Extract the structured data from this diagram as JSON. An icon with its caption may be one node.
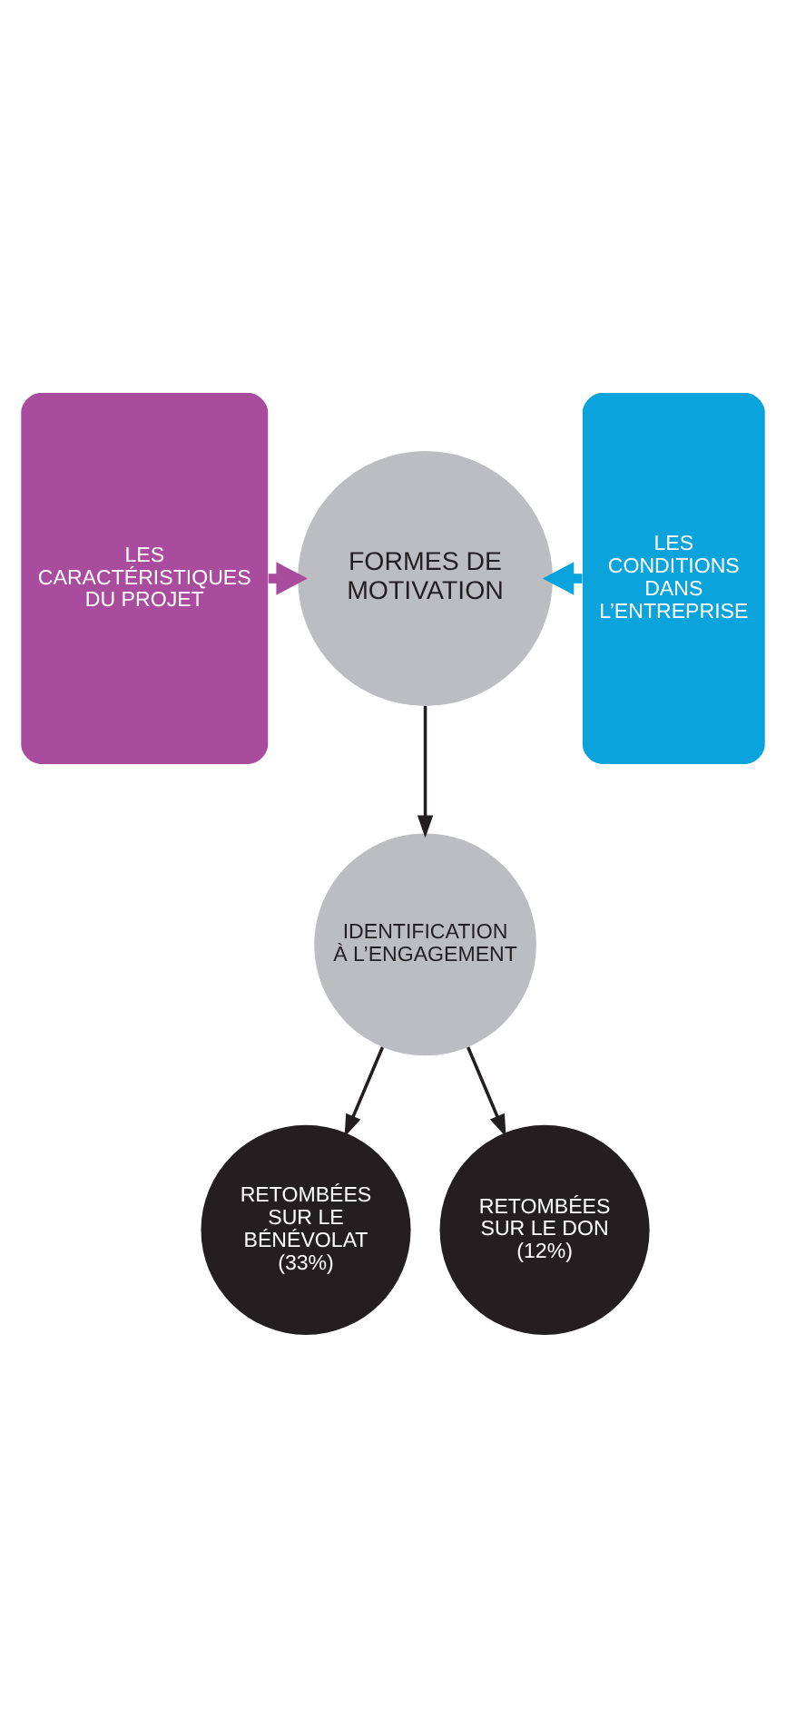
{
  "diagram": {
    "nodes": [
      {
        "text": [
          "LES CARACTÉRISTIQUES DU PROJET"
        ]
      },
      {
        "text": [
          "FORMES DE MOTIVATION"
        ]
      },
      {
        "text": [
          "LES CONDITIONS DANS L’ENTREPRISE"
        ]
      },
      {
        "text": [
          "IDENTIFICATION À L’ENGAGEMENT"
        ]
      },
      {
        "text": [
          "RETOMBÉES SUR LE BÉNÉVOLAT (33%)"
        ]
      },
      {
        "text": [
          "RETOMBÉES SUR LE DON (12%)"
        ]
      }
    ],
    "edges": [
      {
        "from": 0,
        "to": 1,
        "arrow": "to",
        "style": "thick",
        "color": "#a94c9e"
      },
      {
        "from": 2,
        "to": 1,
        "arrow": "to",
        "style": "thick",
        "color": "#0aa3dc"
      },
      {
        "from": 1,
        "to": 3,
        "arrow": "to"
      },
      {
        "from": 3,
        "to": 4,
        "arrow": "to"
      },
      {
        "from": 3,
        "to": 5,
        "arrow": "to"
      }
    ]
  }
}
